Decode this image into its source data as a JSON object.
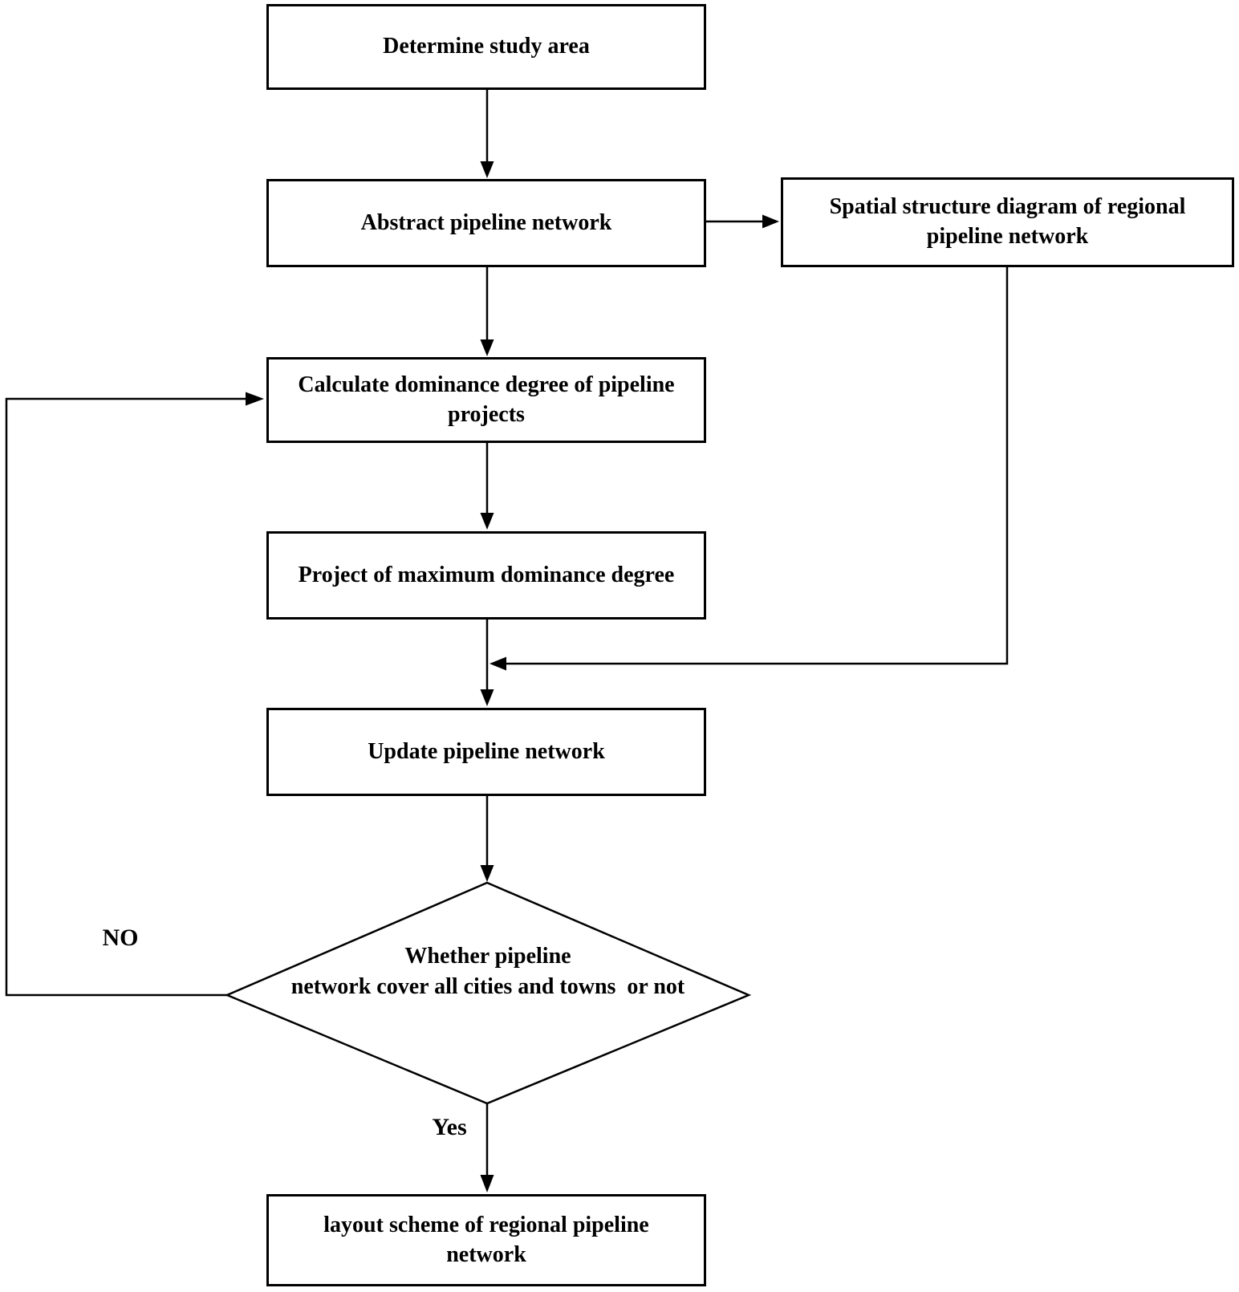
{
  "page": {
    "background_color": "#ffffff",
    "line_color": "#000000",
    "text_color": "#000000"
  },
  "flowchart": {
    "nodes": {
      "determine": {
        "label": "Determine study area"
      },
      "abstract": {
        "label": "Abstract pipeline network"
      },
      "spatial": {
        "label": "Spatial structure diagram of regional pipeline network"
      },
      "calculate": {
        "label": "Calculate dominance degree of pipeline projects"
      },
      "project": {
        "label": "Project of maximum dominance degree"
      },
      "update": {
        "label": "Update pipeline network"
      },
      "decision": {
        "line1": "Whether pipeline",
        "line2": "network cover all cities and towns  or not"
      },
      "layout": {
        "label": "layout scheme of regional pipeline network"
      }
    },
    "edge_labels": {
      "no": "NO",
      "yes": "Yes"
    }
  }
}
